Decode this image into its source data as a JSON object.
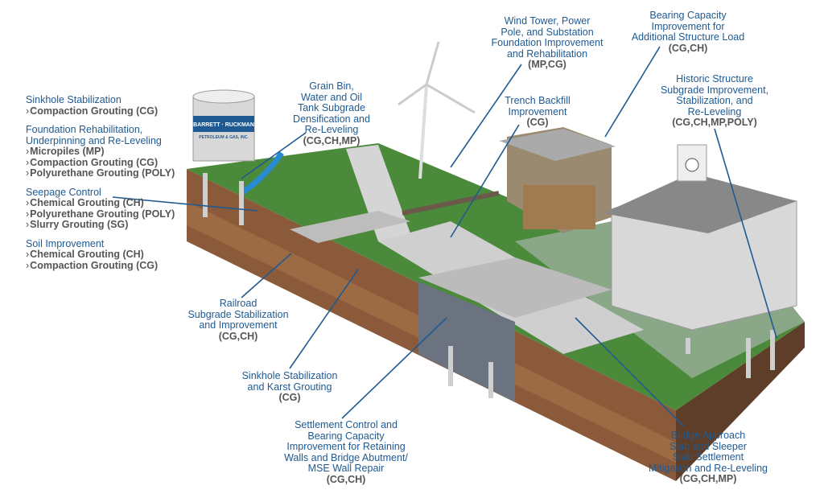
{
  "colors": {
    "label_blue": "#1f5a92",
    "code_gray": "#555555",
    "grass": "#4a8a3a",
    "soil": "#8a5a3a",
    "concrete": "#c8c8c8"
  },
  "left_panel": [
    {
      "heading": "Sinkhole Stabilization",
      "items": [
        "Compaction Grouting (CG)"
      ]
    },
    {
      "heading": "Foundation Rehabilitation,",
      "heading2": "Underpinning and Re-Leveling",
      "items": [
        "Micropiles (MP)",
        "Compaction Grouting (CG)",
        "Polyurethane Grouting (POLY)"
      ]
    },
    {
      "heading": "Seepage Control",
      "items": [
        "Chemical Grouting (CH)",
        "Polyurethane Grouting (POLY)",
        "Slurry Grouting (SG)"
      ]
    },
    {
      "heading": "Soil Improvement",
      "items": [
        "Chemical Grouting (CH)",
        "Compaction Grouting (CG)"
      ]
    }
  ],
  "tank_label": {
    "brand": "BARRETT · RUCKMAN",
    "sub": "PETROLEUM & GAS, INC."
  },
  "callouts": {
    "grain_bin": {
      "lines": [
        "Grain Bin,",
        "Water and Oil",
        "Tank Subgrade",
        "Densification and",
        "Re-Leveling"
      ],
      "codes": "(CG,CH,MP)"
    },
    "wind_tower": {
      "lines": [
        "Wind Tower, Power",
        "Pole, and Substation",
        "Foundation Improvement",
        "and Rehabilitation"
      ],
      "codes": "(MP,CG)"
    },
    "bearing": {
      "lines": [
        "Bearing Capacity",
        "Improvement for",
        "Additional Structure Load"
      ],
      "codes": "(CG,CH)"
    },
    "trench": {
      "lines": [
        "Trench Backfill",
        "Improvement"
      ],
      "codes": "(CG)"
    },
    "historic": {
      "lines": [
        "Historic Structure",
        "Subgrade Improvement,",
        "Stabilization, and",
        "Re-Leveling"
      ],
      "codes": "(CG,CH,MP,POLY)"
    },
    "railroad": {
      "lines": [
        "Railroad",
        "Subgrade Stabilization",
        "and Improvement"
      ],
      "codes": "(CG,CH)"
    },
    "karst": {
      "lines": [
        "Sinkhole Stabilization",
        "and Karst Grouting"
      ],
      "codes": "(CG)"
    },
    "settlement": {
      "lines": [
        "Settlement Control and",
        "Bearing Capacity",
        "Improvement for Retaining",
        "Walls and Bridge Abutment/",
        "MSE Wall Repair"
      ],
      "codes": "(CG,CH)"
    },
    "bridge": {
      "lines": [
        "Bridge Approach",
        "Slab and Sleeper",
        "Slab Settlement",
        "Mitigation and Re-Leveling"
      ],
      "codes": "(CG,CH,MP)"
    }
  }
}
